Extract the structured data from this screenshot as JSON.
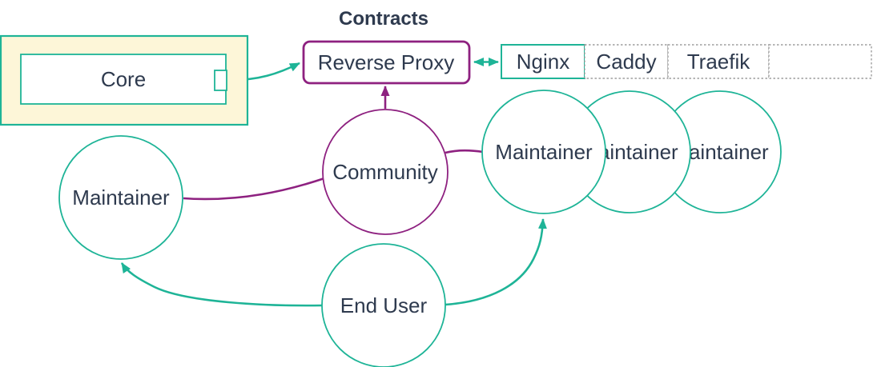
{
  "diagram": {
    "title": "Contracts",
    "core": {
      "label": "Core"
    },
    "reverse_proxy": {
      "label": "Reverse Proxy"
    },
    "proxy_table": {
      "cells": [
        {
          "label": "Nginx"
        },
        {
          "label": "Caddy"
        },
        {
          "label": "Traefik"
        },
        {
          "label": ""
        }
      ]
    },
    "community": {
      "label": "Community"
    },
    "maintainer_left": {
      "label": "Maintainer"
    },
    "maintainers_right": [
      {
        "label": "Maintainer"
      },
      {
        "label": "Maintainer"
      },
      {
        "label": "Maintainer"
      }
    ],
    "end_user": {
      "label": "End User"
    },
    "edges": [
      {
        "from": "Core",
        "to": "Reverse Proxy",
        "type": "arrow",
        "color": "#1eb497"
      },
      {
        "from": "Reverse Proxy",
        "to": "Nginx",
        "type": "double-arrow",
        "color": "#1eb497"
      },
      {
        "from": "Community",
        "to": "Reverse Proxy",
        "type": "arrow",
        "color": "#8e2180"
      },
      {
        "from": "Community",
        "to": "Maintainer (left)",
        "type": "line",
        "color": "#8e2180"
      },
      {
        "from": "Community",
        "to": "Maintainer (right)",
        "type": "line",
        "color": "#8e2180"
      },
      {
        "from": "End User",
        "to": "Maintainer (left)",
        "type": "arrow",
        "color": "#1eb497"
      },
      {
        "from": "End User",
        "to": "Maintainer (right)",
        "type": "arrow",
        "color": "#1eb497"
      }
    ],
    "colors": {
      "teal": "#1eb497",
      "purple": "#8e2180",
      "text": "#2e3a4e",
      "core_fill": "#fdf6d8",
      "node_fill": "#ffffff",
      "dashed_border": "#9e9e9e",
      "background": "#ffffff"
    }
  }
}
